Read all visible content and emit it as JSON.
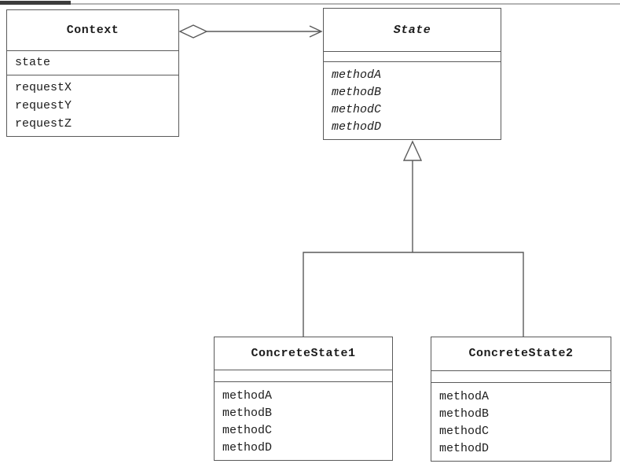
{
  "diagram": {
    "kind": "uml-class-diagram",
    "classes": [
      {
        "name": "Context",
        "abstract": false,
        "attributes": [
          "state"
        ],
        "methods": [
          "requestX",
          "requestY",
          "requestZ"
        ]
      },
      {
        "name": "State",
        "abstract": true,
        "attributes": [],
        "methods": [
          "methodA",
          "methodB",
          "methodC",
          "methodD"
        ]
      },
      {
        "name": "ConcreteState1",
        "abstract": false,
        "attributes": [],
        "methods": [
          "methodA",
          "methodB",
          "methodC",
          "methodD"
        ]
      },
      {
        "name": "ConcreteState2",
        "abstract": false,
        "attributes": [],
        "methods": [
          "methodA",
          "methodB",
          "methodC",
          "methodD"
        ]
      }
    ],
    "relationships": [
      {
        "type": "aggregation",
        "from": "Context",
        "to": "State"
      },
      {
        "type": "generalization",
        "from": "ConcreteState1",
        "to": "State"
      },
      {
        "type": "generalization",
        "from": "ConcreteState2",
        "to": "State"
      }
    ],
    "colors": {
      "line": "#5a5a5a",
      "text": "#1c1c1c",
      "background": "#ffffff",
      "top_rule_dark": "#3c3c3c",
      "top_rule_light": "#b4b4b4"
    }
  }
}
